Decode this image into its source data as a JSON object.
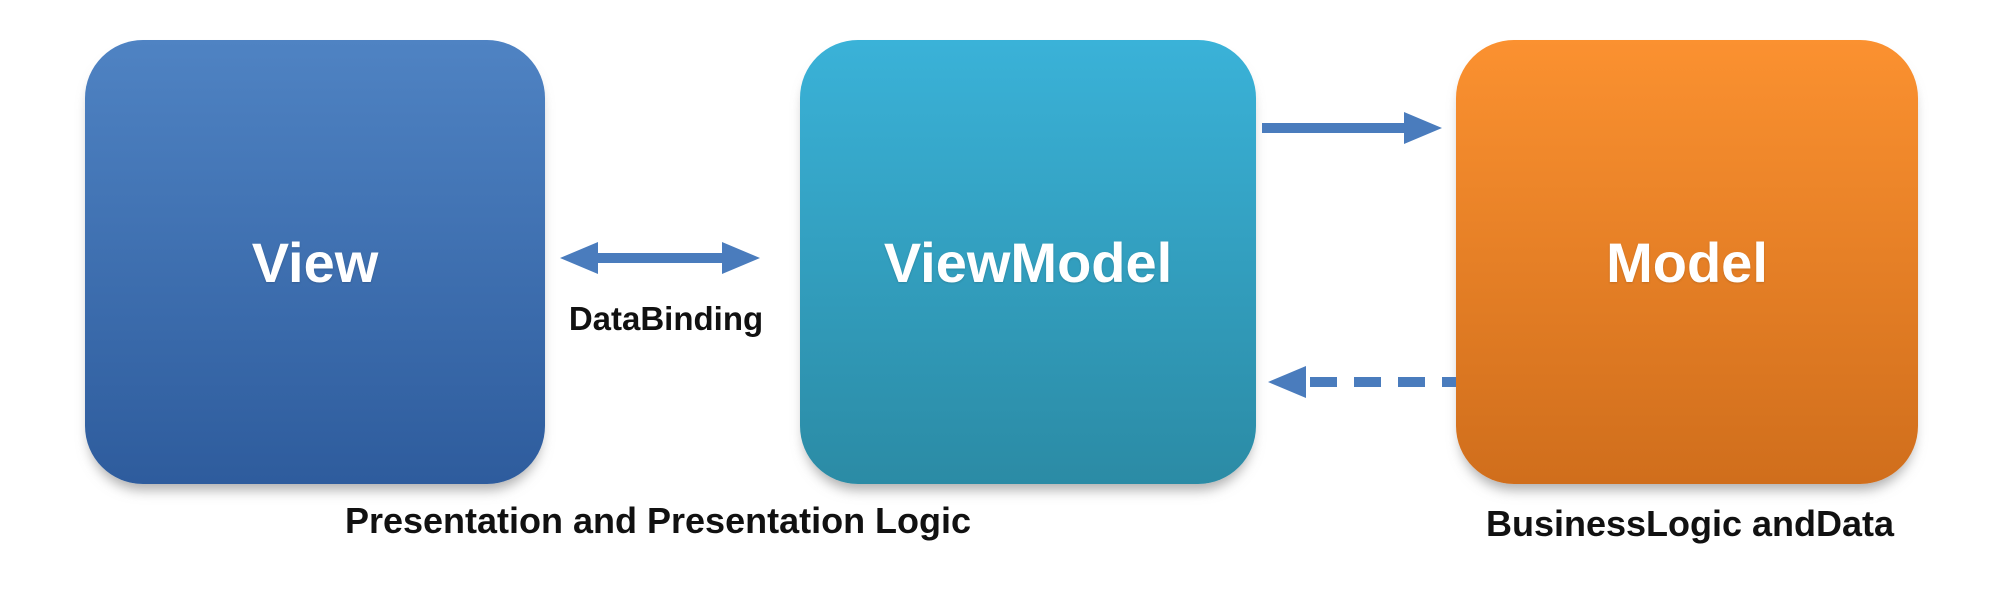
{
  "diagram": {
    "kind": "mvvm-pattern-diagram",
    "nodes": [
      {
        "id": "view",
        "label": "View",
        "color_top": "#4f83c3",
        "color_bottom": "#2e5c9d",
        "text_color": "#ffffff"
      },
      {
        "id": "viewmodel",
        "label": "ViewModel",
        "color_top": "#3ab2d8",
        "color_bottom": "#2b8ba5",
        "text_color": "#ffffff"
      },
      {
        "id": "model",
        "label": "Model",
        "color_top": "#fb9130",
        "color_bottom": "#d06e1c",
        "text_color": "#ffffff"
      }
    ],
    "arrows": [
      {
        "id": "databinding-arrow",
        "type": "double-headed-solid",
        "from": "view",
        "to": "viewmodel",
        "label": "DataBinding",
        "color": "#4a7cbd"
      },
      {
        "id": "viewmodel-to-model-arrow",
        "type": "solid-right",
        "from": "viewmodel",
        "to": "model",
        "label": "",
        "color": "#4a7cbd"
      },
      {
        "id": "model-to-viewmodel-arrow",
        "type": "dashed-left",
        "from": "model",
        "to": "viewmodel",
        "label": "",
        "color": "#4a7cbd"
      }
    ],
    "captions": [
      {
        "id": "presentation-caption",
        "text": "Presentation and Presentation Logic"
      },
      {
        "id": "business-caption",
        "text": "BusinessLogic andData"
      }
    ]
  }
}
